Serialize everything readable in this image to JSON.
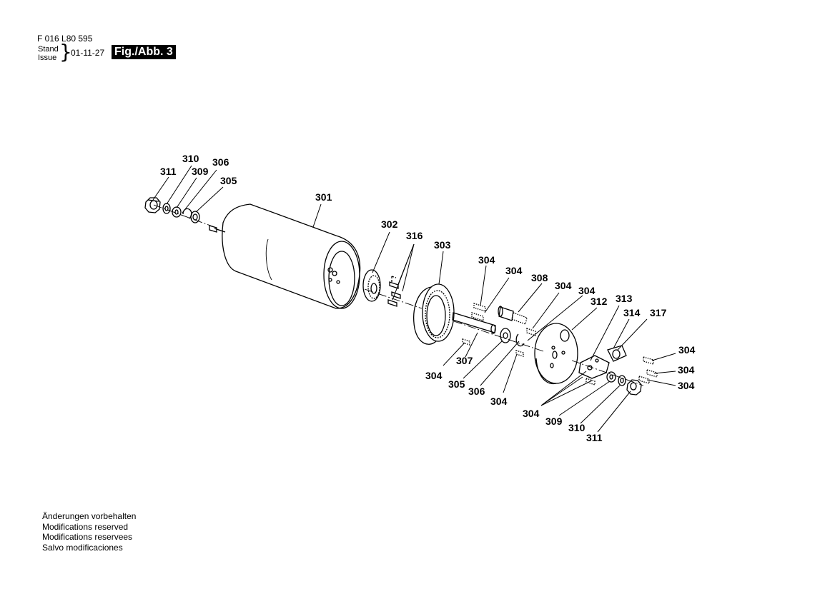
{
  "header": {
    "doc_number": "F 016 L80 595",
    "stand": "Stand",
    "issue": "Issue",
    "date": "01-11-27",
    "figure": "Fig./Abb. 3"
  },
  "footer_notes": [
    "Änderungen vorbehalten",
    "Modifications reserved",
    "Modifications reservees",
    "Salvo modificaciones"
  ],
  "part_labels": [
    {
      "id": "l311a",
      "text": "311"
    },
    {
      "id": "l310a",
      "text": "310"
    },
    {
      "id": "l309a",
      "text": "309"
    },
    {
      "id": "l306a",
      "text": "306"
    },
    {
      "id": "l305a",
      "text": "305"
    },
    {
      "id": "l301",
      "text": "301"
    },
    {
      "id": "l302",
      "text": "302"
    },
    {
      "id": "l316",
      "text": "316"
    },
    {
      "id": "l303",
      "text": "303"
    },
    {
      "id": "l304a",
      "text": "304"
    },
    {
      "id": "l304b",
      "text": "304"
    },
    {
      "id": "l308",
      "text": "308"
    },
    {
      "id": "l304c",
      "text": "304"
    },
    {
      "id": "l304d",
      "text": "304"
    },
    {
      "id": "l312",
      "text": "312"
    },
    {
      "id": "l313",
      "text": "313"
    },
    {
      "id": "l314",
      "text": "314"
    },
    {
      "id": "l317",
      "text": "317"
    },
    {
      "id": "l304e",
      "text": "304"
    },
    {
      "id": "l304f",
      "text": "304"
    },
    {
      "id": "l304g",
      "text": "304"
    },
    {
      "id": "l307",
      "text": "307"
    },
    {
      "id": "l304h",
      "text": "304"
    },
    {
      "id": "l305b",
      "text": "305"
    },
    {
      "id": "l306b",
      "text": "306"
    },
    {
      "id": "l304i",
      "text": "304"
    },
    {
      "id": "l304j",
      "text": "304"
    },
    {
      "id": "l309b",
      "text": "309"
    },
    {
      "id": "l310b",
      "text": "310"
    },
    {
      "id": "l311b",
      "text": "311"
    }
  ]
}
